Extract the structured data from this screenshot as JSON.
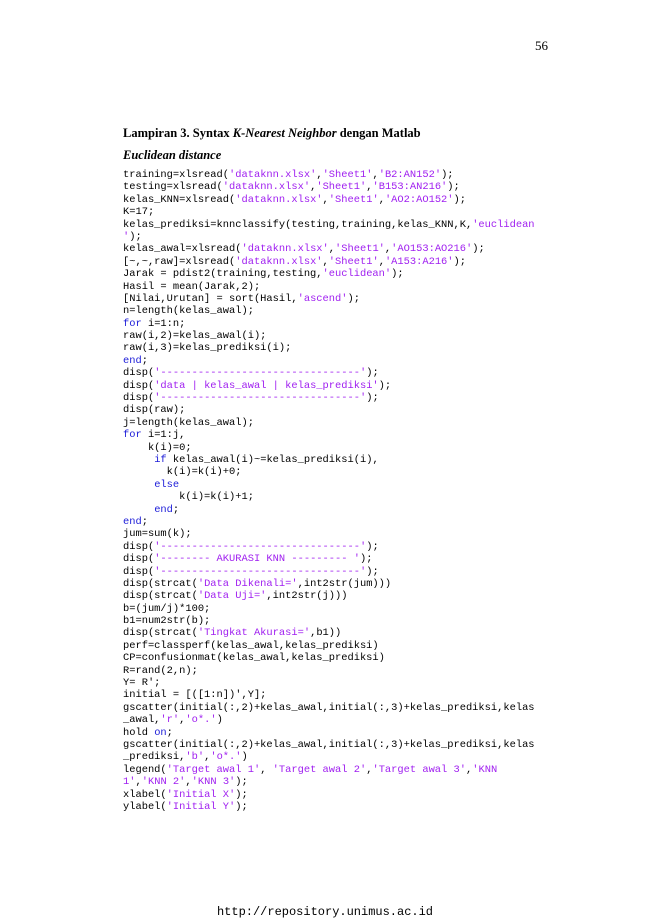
{
  "page": {
    "number": "56",
    "heading_prefix": "Lampiran 3. Syntax ",
    "heading_emphasis": "K-Nearest Neighbor",
    "heading_suffix": " dengan Matlab",
    "subheading": "Euclidean distance",
    "footer_url": "http://repository.unimus.ac.id"
  },
  "colors": {
    "keyword": "#1b1bd8",
    "string": "#a020f0",
    "text": "#000000"
  },
  "code_lines": [
    [
      [
        "t",
        "training=xlsread("
      ],
      [
        "s",
        "'dataknn.xlsx'"
      ],
      [
        "t",
        ","
      ],
      [
        "s",
        "'Sheet1'"
      ],
      [
        "t",
        ","
      ],
      [
        "s",
        "'B2:AN152'"
      ],
      [
        "t",
        ");"
      ]
    ],
    [
      [
        "t",
        "testing=xlsread("
      ],
      [
        "s",
        "'dataknn.xlsx'"
      ],
      [
        "t",
        ","
      ],
      [
        "s",
        "'Sheet1'"
      ],
      [
        "t",
        ","
      ],
      [
        "s",
        "'B153:AN216'"
      ],
      [
        "t",
        ");"
      ]
    ],
    [
      [
        "t",
        "kelas_KNN=xlsread("
      ],
      [
        "s",
        "'dataknn.xlsx'"
      ],
      [
        "t",
        ","
      ],
      [
        "s",
        "'Sheet1'"
      ],
      [
        "t",
        ","
      ],
      [
        "s",
        "'AO2:AO152'"
      ],
      [
        "t",
        ");"
      ]
    ],
    [
      [
        "t",
        "K=17;"
      ]
    ],
    [
      [
        "t",
        "kelas_prediksi=knnclassify(testing,training,kelas_KNN,K,"
      ],
      [
        "s",
        "'euclidean"
      ]
    ],
    [
      [
        "s",
        "'"
      ],
      [
        "t",
        ");"
      ]
    ],
    [
      [
        "t",
        "kelas_awal=xlsread("
      ],
      [
        "s",
        "'dataknn.xlsx'"
      ],
      [
        "t",
        ","
      ],
      [
        "s",
        "'Sheet1'"
      ],
      [
        "t",
        ","
      ],
      [
        "s",
        "'AO153:AO216'"
      ],
      [
        "t",
        ");"
      ]
    ],
    [
      [
        "t",
        "[~,~,raw]=xlsread("
      ],
      [
        "s",
        "'dataknn.xlsx'"
      ],
      [
        "t",
        ","
      ],
      [
        "s",
        "'Sheet1'"
      ],
      [
        "t",
        ","
      ],
      [
        "s",
        "'A153:A216'"
      ],
      [
        "t",
        ");"
      ]
    ],
    [
      [
        "t",
        "Jarak = pdist2(training,testing,"
      ],
      [
        "s",
        "'euclidean'"
      ],
      [
        "t",
        ");"
      ]
    ],
    [
      [
        "t",
        "Hasil = mean(Jarak,2);"
      ]
    ],
    [
      [
        "t",
        "[Nilai,Urutan] = sort(Hasil,"
      ],
      [
        "s",
        "'ascend'"
      ],
      [
        "t",
        ");"
      ]
    ],
    [
      [
        "t",
        "n=length(kelas_awal);"
      ]
    ],
    [
      [
        "k",
        "for"
      ],
      [
        "t",
        " i=1:n;"
      ]
    ],
    [
      [
        "t",
        "raw(i,2)=kelas_awal(i);"
      ]
    ],
    [
      [
        "t",
        "raw(i,3)=kelas_prediksi(i);"
      ]
    ],
    [
      [
        "k",
        "end"
      ],
      [
        "t",
        ";"
      ]
    ],
    [
      [
        "t",
        "disp("
      ],
      [
        "s",
        "'--------------------------------'"
      ],
      [
        "t",
        ");"
      ]
    ],
    [
      [
        "t",
        "disp("
      ],
      [
        "s",
        "'data | kelas_awal | kelas_prediksi'"
      ],
      [
        "t",
        ");"
      ]
    ],
    [
      [
        "t",
        "disp("
      ],
      [
        "s",
        "'--------------------------------'"
      ],
      [
        "t",
        ");"
      ]
    ],
    [
      [
        "t",
        "disp(raw);"
      ]
    ],
    [
      [
        "t",
        "j=length(kelas_awal);"
      ]
    ],
    [
      [
        "k",
        "for"
      ],
      [
        "t",
        " i=1:j,"
      ]
    ],
    [
      [
        "t",
        "    k(i)=0;"
      ]
    ],
    [
      [
        "t",
        "     "
      ],
      [
        "k",
        "if"
      ],
      [
        "t",
        " kelas_awal(i)~=kelas_prediksi(i),"
      ]
    ],
    [
      [
        "t",
        "       k(i)=k(i)+0;"
      ]
    ],
    [
      [
        "t",
        "     "
      ],
      [
        "k",
        "else"
      ]
    ],
    [
      [
        "t",
        "         k(i)=k(i)+1;"
      ]
    ],
    [
      [
        "t",
        "     "
      ],
      [
        "k",
        "end"
      ],
      [
        "t",
        ";"
      ]
    ],
    [
      [
        "k",
        "end"
      ],
      [
        "t",
        ";"
      ]
    ],
    [
      [
        "t",
        "jum=sum(k);"
      ]
    ],
    [
      [
        "t",
        "disp("
      ],
      [
        "s",
        "'--------------------------------'"
      ],
      [
        "t",
        ");"
      ]
    ],
    [
      [
        "t",
        "disp("
      ],
      [
        "s",
        "'-------- AKURASI KNN --------- '"
      ],
      [
        "t",
        ");"
      ]
    ],
    [
      [
        "t",
        "disp("
      ],
      [
        "s",
        "'--------------------------------'"
      ],
      [
        "t",
        ");"
      ]
    ],
    [
      [
        "t",
        "disp(strcat("
      ],
      [
        "s",
        "'Data Dikenali='"
      ],
      [
        "t",
        ",int2str(jum)))"
      ]
    ],
    [
      [
        "t",
        "disp(strcat("
      ],
      [
        "s",
        "'Data Uji='"
      ],
      [
        "t",
        ",int2str(j)))"
      ]
    ],
    [
      [
        "t",
        "b=(jum/j)*100;"
      ]
    ],
    [
      [
        "t",
        "b1=num2str(b);"
      ]
    ],
    [
      [
        "t",
        "disp(strcat("
      ],
      [
        "s",
        "'Tingkat Akurasi='"
      ],
      [
        "t",
        ",b1))"
      ]
    ],
    [
      [
        "t",
        "perf=classperf(kelas_awal,kelas_prediksi)"
      ]
    ],
    [
      [
        "t",
        "CP=confusionmat(kelas_awal,kelas_prediksi)"
      ]
    ],
    [
      [
        "t",
        "R=rand(2,n);"
      ]
    ],
    [
      [
        "t",
        "Y= R';"
      ]
    ],
    [
      [
        "t",
        "initial = [([1:n])',Y];"
      ]
    ],
    [
      [
        "t",
        "gscatter(initial(:,2)+kelas_awal,initial(:,3)+kelas_prediksi,kelas"
      ]
    ],
    [
      [
        "t",
        "_awal,"
      ],
      [
        "s",
        "'r'"
      ],
      [
        "t",
        ","
      ],
      [
        "s",
        "'o*.'"
      ],
      [
        "t",
        ")"
      ]
    ],
    [
      [
        "t",
        "hold "
      ],
      [
        "k",
        "on"
      ],
      [
        "t",
        ";"
      ]
    ],
    [
      [
        "t",
        "gscatter(initial(:,2)+kelas_awal,initial(:,3)+kelas_prediksi,kelas"
      ]
    ],
    [
      [
        "t",
        "_prediksi,"
      ],
      [
        "s",
        "'b'"
      ],
      [
        "t",
        ","
      ],
      [
        "s",
        "'o*.'"
      ],
      [
        "t",
        ")"
      ]
    ],
    [
      [
        "t",
        "legend("
      ],
      [
        "s",
        "'Target awal 1'"
      ],
      [
        "t",
        ", "
      ],
      [
        "s",
        "'Target awal 2'"
      ],
      [
        "t",
        ","
      ],
      [
        "s",
        "'Target awal 3'"
      ],
      [
        "t",
        ","
      ],
      [
        "s",
        "'KNN"
      ]
    ],
    [
      [
        "s",
        "1'"
      ],
      [
        "t",
        ","
      ],
      [
        "s",
        "'KNN 2'"
      ],
      [
        "t",
        ","
      ],
      [
        "s",
        "'KNN 3'"
      ],
      [
        "t",
        ");"
      ]
    ],
    [
      [
        "t",
        "xlabel("
      ],
      [
        "s",
        "'Initial X'"
      ],
      [
        "t",
        ");"
      ]
    ],
    [
      [
        "t",
        "ylabel("
      ],
      [
        "s",
        "'Initial Y'"
      ],
      [
        "t",
        ");"
      ]
    ]
  ]
}
